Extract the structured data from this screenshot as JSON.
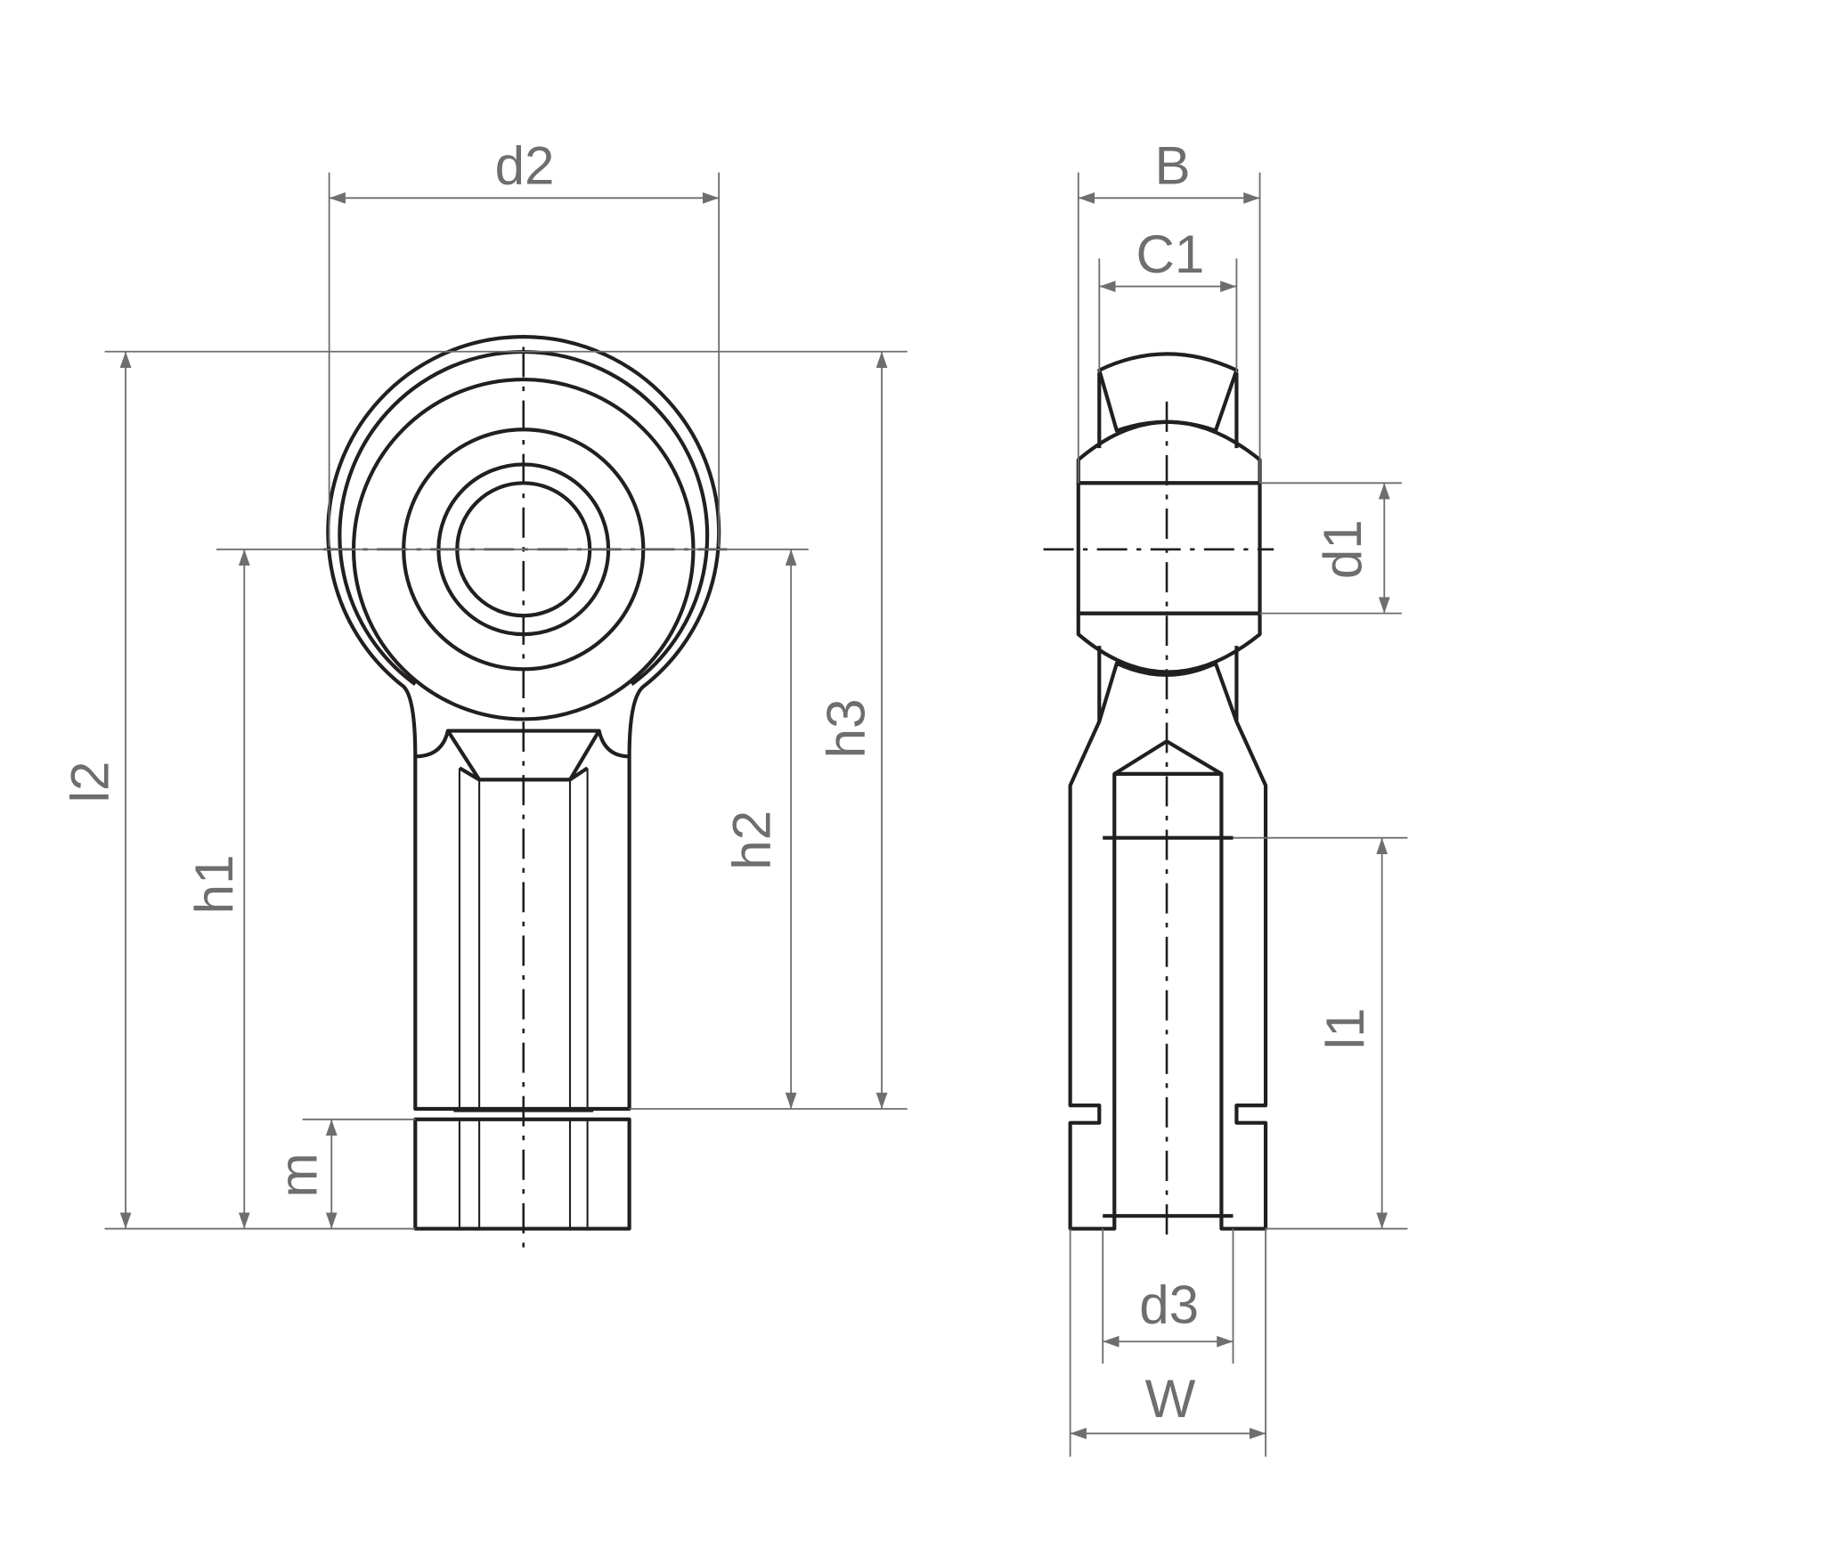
{
  "dimensions": {
    "d2": "d2",
    "B": "B",
    "C1": "C1",
    "d1": "d1",
    "l2": "l2",
    "h1": "h1",
    "h2": "h2",
    "h3": "h3",
    "m": "m",
    "l1": "l1",
    "d3": "d3",
    "W": "W"
  },
  "colors": {
    "outline": "#231f20",
    "dimension": "#6d6e70",
    "hatch": "#2b2f6b"
  }
}
